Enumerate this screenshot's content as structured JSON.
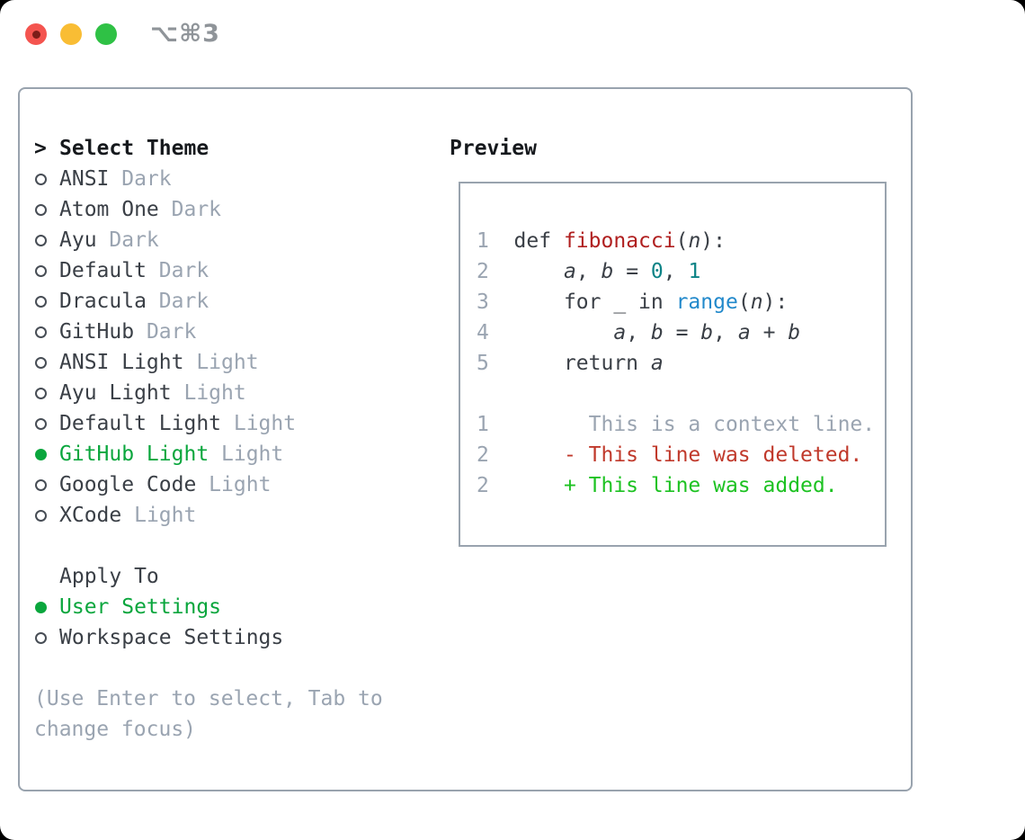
{
  "window": {
    "title": "⌥⌘3"
  },
  "titlebar": {
    "buttons": [
      {
        "name": "close-button",
        "color": "#f4544f",
        "has_dot": true
      },
      {
        "name": "minimize-button",
        "color": "#f9bd34",
        "has_dot": false
      },
      {
        "name": "zoom-button",
        "color": "#2fc145",
        "has_dot": false
      }
    ]
  },
  "colors": {
    "text": "#3a3f46",
    "muted": "#9aa4b1",
    "selected_green": "#0aa63d",
    "panel_border": "#99a3ae",
    "function_red": "#b01f1f",
    "number_teal": "#0c8386",
    "call_blue": "#2289cb",
    "diff_deleted_red": "#c0392b",
    "diff_added_green": "#1dc222",
    "title_gray": "#8f9499"
  },
  "theme_panel": {
    "header": {
      "prompt": ">",
      "label": "Select Theme"
    },
    "items": [
      {
        "name": "ANSI",
        "variant": "Dark",
        "selected": false
      },
      {
        "name": "Atom One",
        "variant": "Dark",
        "selected": false
      },
      {
        "name": "Ayu",
        "variant": "Dark",
        "selected": false
      },
      {
        "name": "Default",
        "variant": "Dark",
        "selected": false
      },
      {
        "name": "Dracula",
        "variant": "Dark",
        "selected": false
      },
      {
        "name": "GitHub",
        "variant": "Dark",
        "selected": false
      },
      {
        "name": "ANSI Light",
        "variant": "Light",
        "selected": false
      },
      {
        "name": "Ayu Light",
        "variant": "Light",
        "selected": false
      },
      {
        "name": "Default Light",
        "variant": "Light",
        "selected": false
      },
      {
        "name": "GitHub Light",
        "variant": "Light",
        "selected": true
      },
      {
        "name": "Google Code",
        "variant": "Light",
        "selected": false
      },
      {
        "name": "XCode",
        "variant": "Light",
        "selected": false
      }
    ],
    "apply_to": {
      "label": "Apply To",
      "options": [
        {
          "name": "User Settings",
          "selected": true
        },
        {
          "name": "Workspace Settings",
          "selected": false
        }
      ]
    },
    "hint_lines": [
      "(Use Enter to select, Tab to",
      "change focus)"
    ]
  },
  "preview": {
    "title": "Preview",
    "lines": [
      {
        "num": "1",
        "tokens": [
          {
            "t": " def ",
            "c": "code"
          },
          {
            "t": "fibonacci",
            "c": "func"
          },
          {
            "t": "(",
            "c": "code"
          },
          {
            "t": "n",
            "c": "code",
            "i": true
          },
          {
            "t": "):",
            "c": "code"
          }
        ]
      },
      {
        "num": "2",
        "tokens": [
          {
            "t": "     ",
            "c": "code"
          },
          {
            "t": "a",
            "c": "code",
            "i": true
          },
          {
            "t": ", ",
            "c": "code"
          },
          {
            "t": "b",
            "c": "code",
            "i": true
          },
          {
            "t": " = ",
            "c": "code"
          },
          {
            "t": "0",
            "c": "numlit"
          },
          {
            "t": ", ",
            "c": "code"
          },
          {
            "t": "1",
            "c": "numlit"
          }
        ]
      },
      {
        "num": "3",
        "tokens": [
          {
            "t": "     for _ in ",
            "c": "code"
          },
          {
            "t": "range",
            "c": "call"
          },
          {
            "t": "(",
            "c": "code"
          },
          {
            "t": "n",
            "c": "code",
            "i": true
          },
          {
            "t": "):",
            "c": "code"
          }
        ]
      },
      {
        "num": "4",
        "tokens": [
          {
            "t": "         ",
            "c": "code"
          },
          {
            "t": "a",
            "c": "code",
            "i": true
          },
          {
            "t": ", ",
            "c": "code"
          },
          {
            "t": "b",
            "c": "code",
            "i": true
          },
          {
            "t": " = ",
            "c": "code"
          },
          {
            "t": "b",
            "c": "code",
            "i": true
          },
          {
            "t": ", ",
            "c": "code"
          },
          {
            "t": "a",
            "c": "code",
            "i": true
          },
          {
            "t": " + ",
            "c": "code"
          },
          {
            "t": "b",
            "c": "code",
            "i": true
          }
        ]
      },
      {
        "num": "5",
        "tokens": [
          {
            "t": "     return ",
            "c": "code"
          },
          {
            "t": "a",
            "c": "code",
            "i": true
          }
        ]
      },
      {
        "num": "",
        "tokens": []
      },
      {
        "num": "1",
        "tokens": [
          {
            "t": "       This is a context line.",
            "c": "ctx"
          }
        ]
      },
      {
        "num": "2",
        "tokens": [
          {
            "t": "     - This line was deleted.",
            "c": "del"
          }
        ]
      },
      {
        "num": "2",
        "tokens": [
          {
            "t": "     + This line was added.",
            "c": "add"
          }
        ]
      }
    ]
  }
}
